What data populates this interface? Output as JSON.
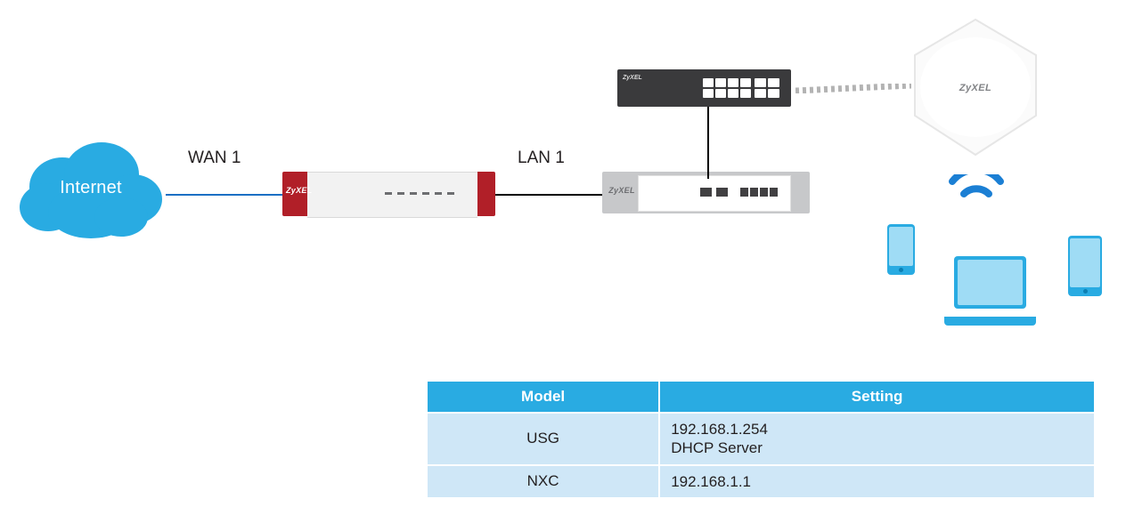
{
  "diagram": {
    "title": "",
    "nodes": {
      "internet": {
        "label": "Internet",
        "icon": "cloud-icon",
        "color": "#29abe2"
      },
      "usg": {
        "brand": "ZyXEL",
        "icon": "firewall-icon",
        "color": "#b11f28"
      },
      "nxc": {
        "brand": "ZyXEL",
        "icon": "controller-icon",
        "color": "#c7c8ca"
      },
      "switch": {
        "brand": "ZyXEL",
        "icon": "switch-icon",
        "color": "#3a3a3c"
      },
      "ap": {
        "brand": "ZyXEL",
        "icon": "access-point-icon",
        "color": "#f2f2f2"
      },
      "phone": {
        "icon": "smartphone-icon",
        "color": "#29abe2"
      },
      "laptop": {
        "icon": "laptop-icon",
        "color": "#29abe2"
      },
      "tablet": {
        "icon": "tablet-icon",
        "color": "#29abe2"
      }
    },
    "links": {
      "wan": {
        "label": "WAN 1",
        "color": "#1b6fc4"
      },
      "lan": {
        "label": "LAN 1",
        "color": "#000000"
      },
      "wireless": {
        "label": "",
        "style": "dashed"
      }
    }
  },
  "table": {
    "headers": [
      "Model",
      "Setting"
    ],
    "rows": [
      {
        "model": "USG",
        "setting": "192.168.1.254\nDHCP Server"
      },
      {
        "model": "NXC",
        "setting": "192.168.1.1"
      }
    ],
    "header_color": "#29abe2",
    "cell_color": "#cfe7f7"
  }
}
